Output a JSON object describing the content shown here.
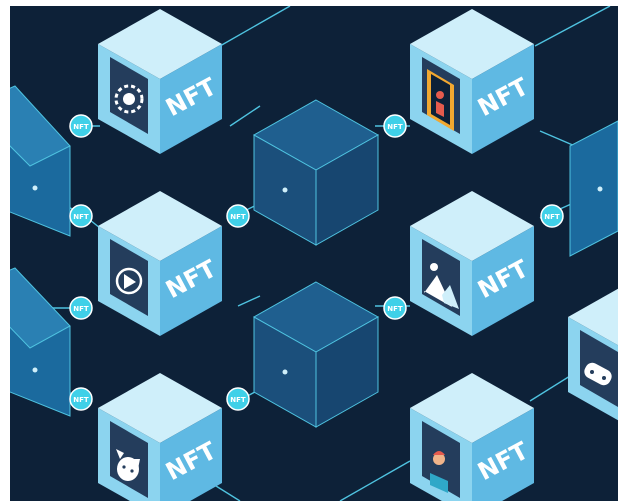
{
  "colors": {
    "background": "#0d2138",
    "line": "#4fc3e0",
    "node": "#3fd0e8",
    "cube_top": "#cfeffa",
    "cube_left": "#8cd4ef",
    "cube_right": "#5fb9e3",
    "dark_top": "#1f5f8f",
    "dark_left": "#1b4f7b",
    "dark_right": "#174670",
    "panel": "#243d5c"
  },
  "labels": {
    "cube_text": "NFT",
    "node_text": "NFT"
  },
  "cubes": [
    {
      "name": "cube-roulette",
      "icon": "roulette-chip-icon"
    },
    {
      "name": "cube-portrait",
      "icon": "framed-portrait-icon"
    },
    {
      "name": "cube-play",
      "icon": "play-button-icon"
    },
    {
      "name": "cube-landscape",
      "icon": "mountain-image-icon"
    },
    {
      "name": "cube-cat",
      "icon": "cat-face-icon"
    },
    {
      "name": "cube-avatar",
      "icon": "person-avatar-icon"
    },
    {
      "name": "cube-gamepad",
      "icon": "gamepad-icon"
    }
  ]
}
